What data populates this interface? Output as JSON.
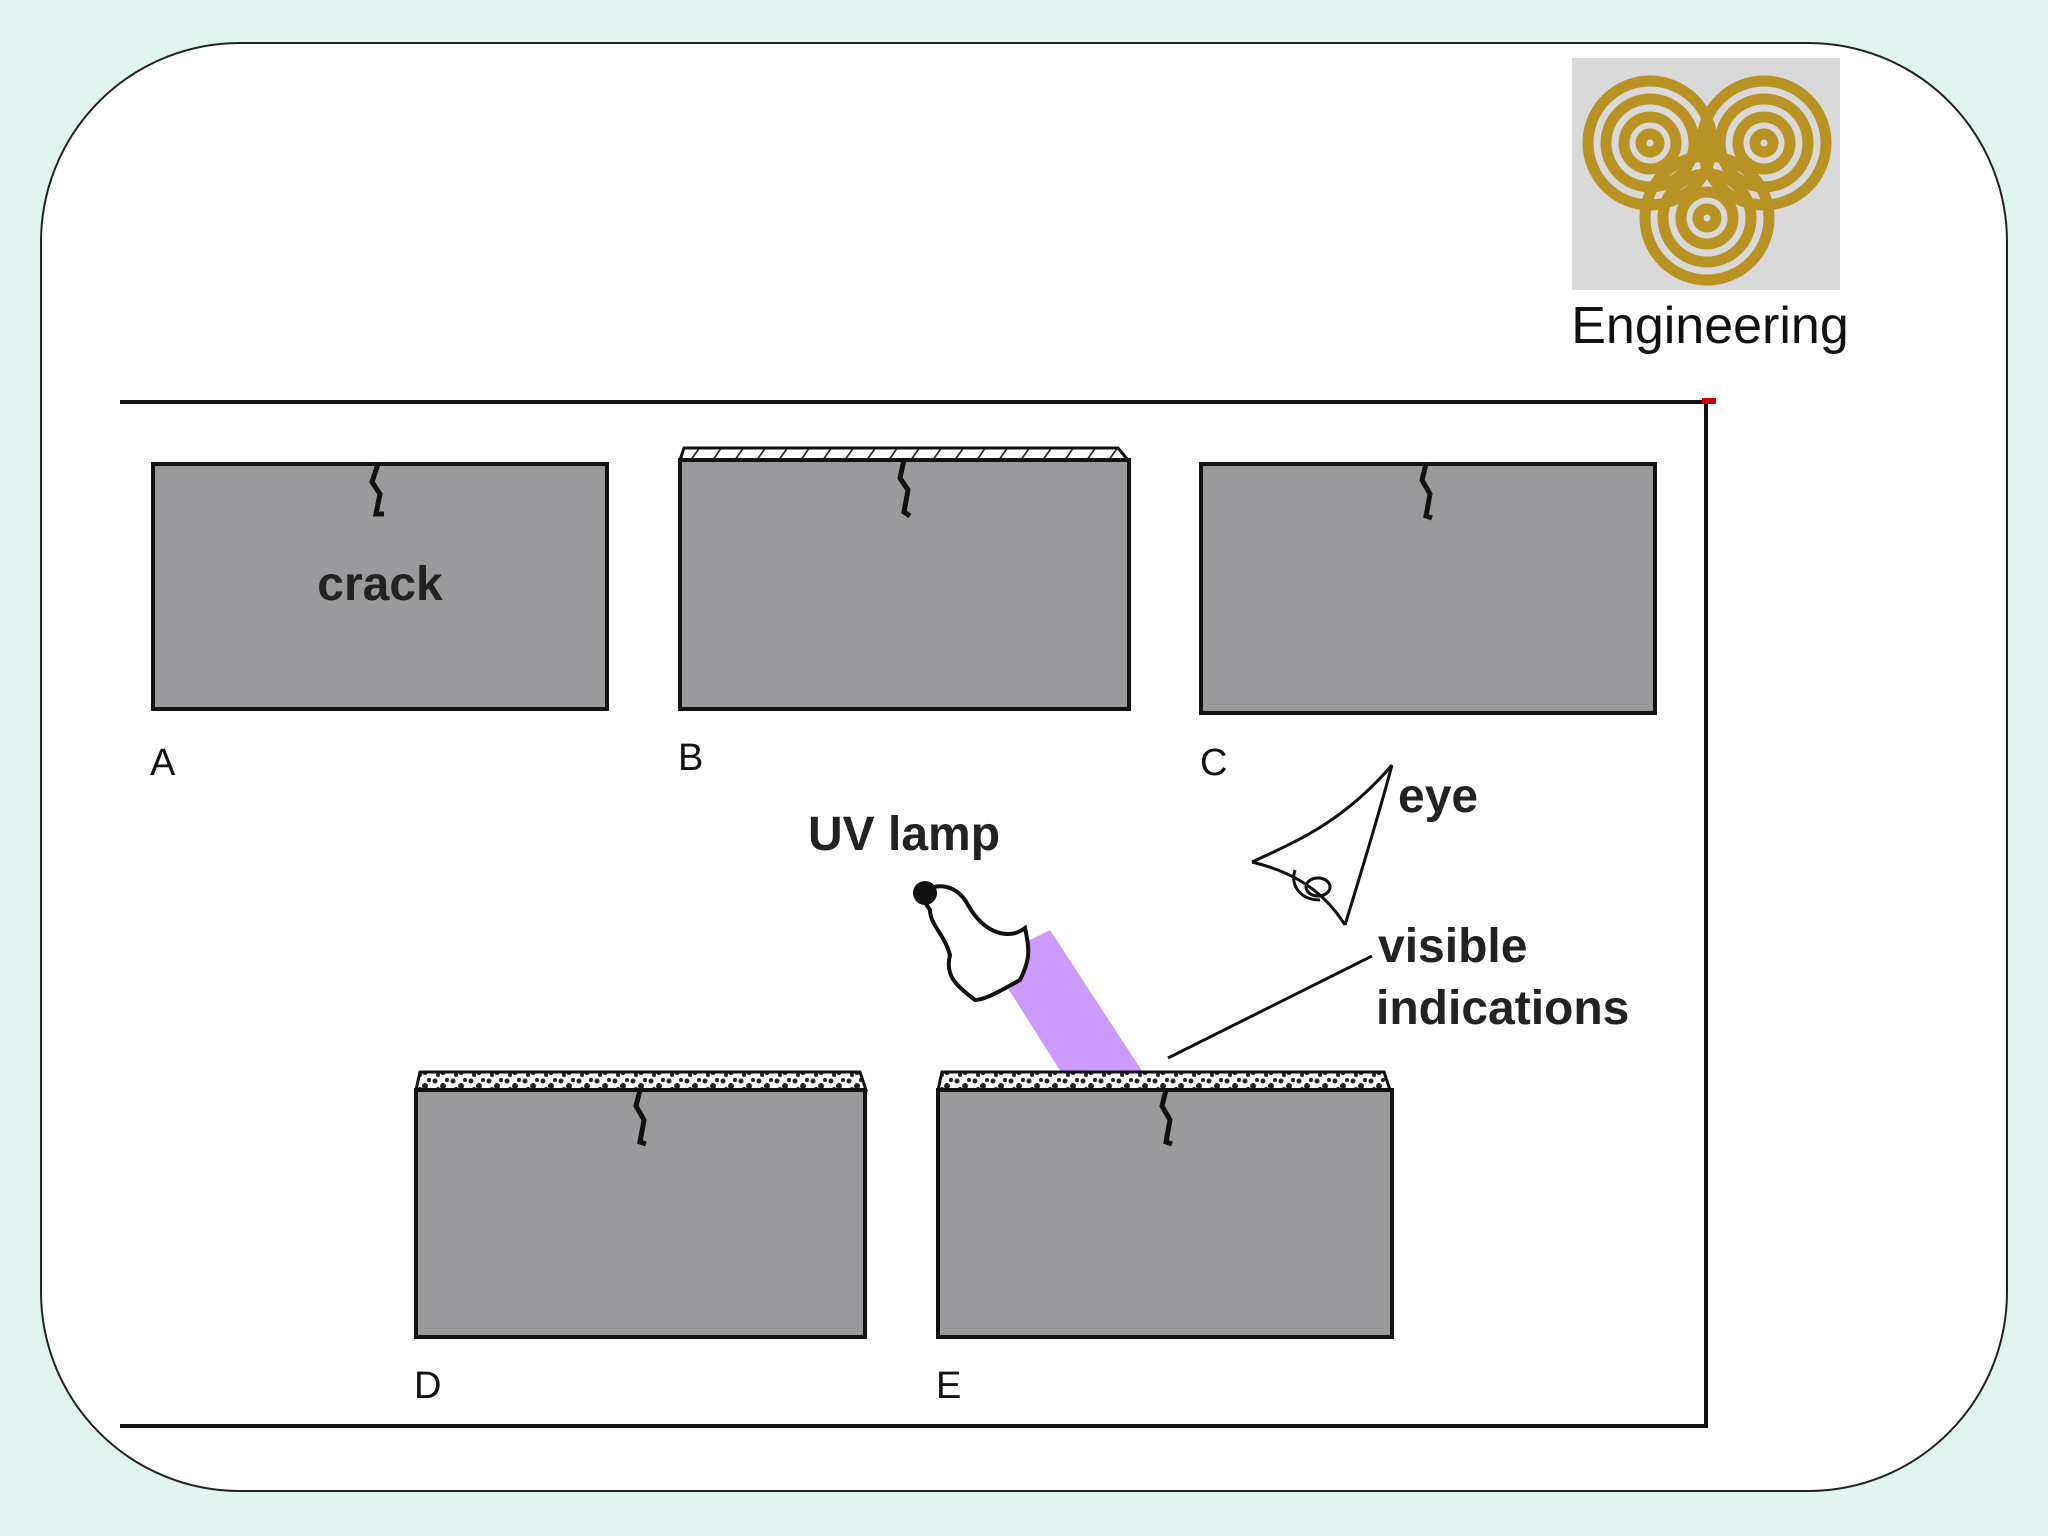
{
  "logo": {
    "caption": "Engineering",
    "icon": "triskele-spiral-icon",
    "color": "#b89323",
    "background": "#d9d9d9"
  },
  "diagram": {
    "crack_label": "crack",
    "uv_lamp_label": "UV lamp",
    "eye_label": "eye",
    "visible_indications_line1": "visible",
    "visible_indications_line2": "indications",
    "panels": [
      {
        "label": "A"
      },
      {
        "label": "B"
      },
      {
        "label": "C"
      },
      {
        "label": "D"
      },
      {
        "label": "E"
      }
    ],
    "colors": {
      "block": "#9a999c",
      "uv_beam": "#cc99ff",
      "slide_bg": "#e0f5ef"
    }
  }
}
